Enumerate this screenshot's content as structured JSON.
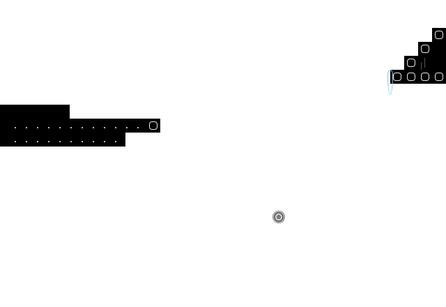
{
  "scene": {
    "background_color": "#ffffff",
    "tile_color": "#000000",
    "tile_outline_color": "#e8e8e8",
    "beam_color": "#8cc6e6",
    "left_platform": {
      "tiles": [
        "slab-top",
        "slab-mid",
        "slab-bot"
      ],
      "end_block_icon": "rounded-square-icon"
    },
    "staircase": {
      "blocks": [
        {
          "col": 3,
          "row": 0,
          "icon": "rounded-square-icon"
        },
        {
          "col": 2,
          "row": 1,
          "icon": "rounded-square-icon"
        },
        {
          "col": 3,
          "row": 1,
          "icon": "none"
        },
        {
          "col": 1,
          "row": 2,
          "icon": "rounded-square-icon"
        },
        {
          "col": 2,
          "row": 2,
          "icon": "none"
        },
        {
          "col": 3,
          "row": 2,
          "icon": "none"
        },
        {
          "col": 0,
          "row": 3,
          "icon": "rounded-square-icon"
        },
        {
          "col": 1,
          "row": 3,
          "icon": "rounded-square-icon"
        },
        {
          "col": 2,
          "row": 3,
          "icon": "rounded-square-icon"
        },
        {
          "col": 3,
          "row": 3,
          "icon": "rounded-square-icon"
        }
      ]
    },
    "collectible_icon": "coin-icon",
    "beam_icon": "light-beam-icon"
  }
}
